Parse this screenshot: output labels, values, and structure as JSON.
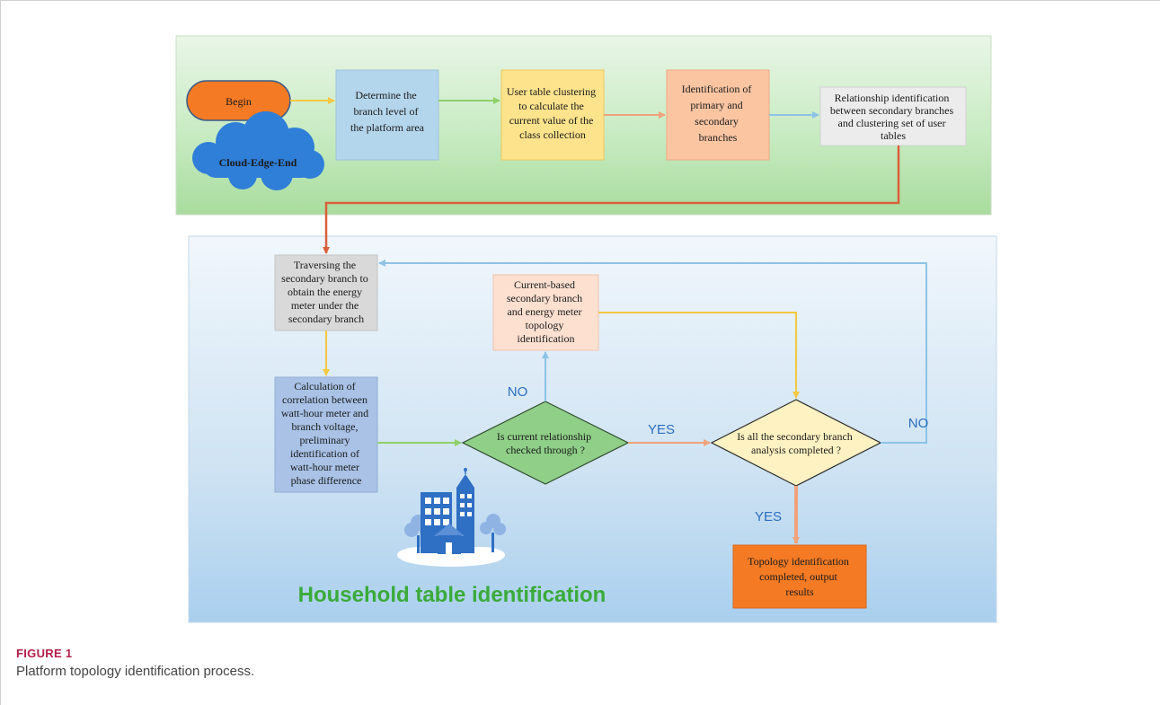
{
  "colors": {
    "accent_green": "#3aab3a",
    "caption_red": "#b41e4a",
    "label_blue": "#2a6fbf"
  },
  "top_section": {
    "cloud_label": "Cloud-Edge-End",
    "begin": "Begin",
    "steps": [
      [
        "Determine the",
        "branch level of",
        "the platform area"
      ],
      [
        "User table clustering",
        "to calculate the",
        "current value of the",
        "class collection"
      ],
      [
        "Identification of",
        "primary and",
        "secondary",
        "branches"
      ],
      [
        "Relationship identification",
        "between secondary branches",
        "and clustering set of user",
        "tables"
      ]
    ]
  },
  "bottom_section": {
    "title": "Household table identification",
    "traverse": [
      "Traversing the",
      "secondary branch to",
      "obtain the energy",
      "meter under the",
      "secondary branch"
    ],
    "calc": [
      "Calculation of",
      "correlation between",
      "watt-hour meter and",
      "branch voltage,",
      "preliminary",
      "identification of",
      "watt-hour meter",
      "phase difference"
    ],
    "current_based": [
      "Current-based",
      "secondary branch",
      "and energy meter",
      "topology",
      "identification"
    ],
    "decision1": [
      "Is current relationship",
      "checked through ?"
    ],
    "decision2": [
      "Is all the secondary branch",
      "analysis completed ?"
    ],
    "result": [
      "Topology identification",
      "completed, output",
      "results"
    ],
    "edge_labels": {
      "no1": "NO",
      "yes1": "YES",
      "no2": "NO",
      "yes2": "YES"
    }
  },
  "caption": {
    "label": "FIGURE 1",
    "text": "Platform topology identification process."
  }
}
